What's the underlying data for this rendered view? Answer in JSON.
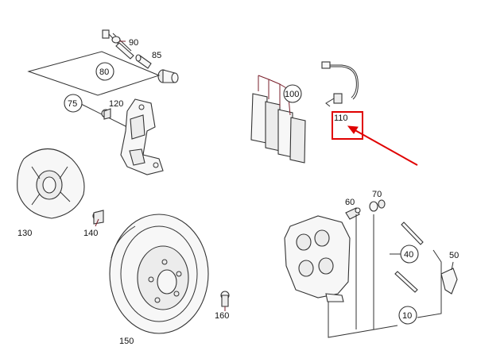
{
  "labels": {
    "l10": "10",
    "l40": "40",
    "l50": "50",
    "l60": "60",
    "l70": "70",
    "l75": "75",
    "l80": "80",
    "l85": "85",
    "l90": "90",
    "l100": "100",
    "l110": "110",
    "l120": "120",
    "l130": "130",
    "l140": "140",
    "l150": "150",
    "l160": "160"
  },
  "colors": {
    "highlight": "#e00000",
    "leader": "#7a1f2b"
  },
  "highlighted_part": "110"
}
